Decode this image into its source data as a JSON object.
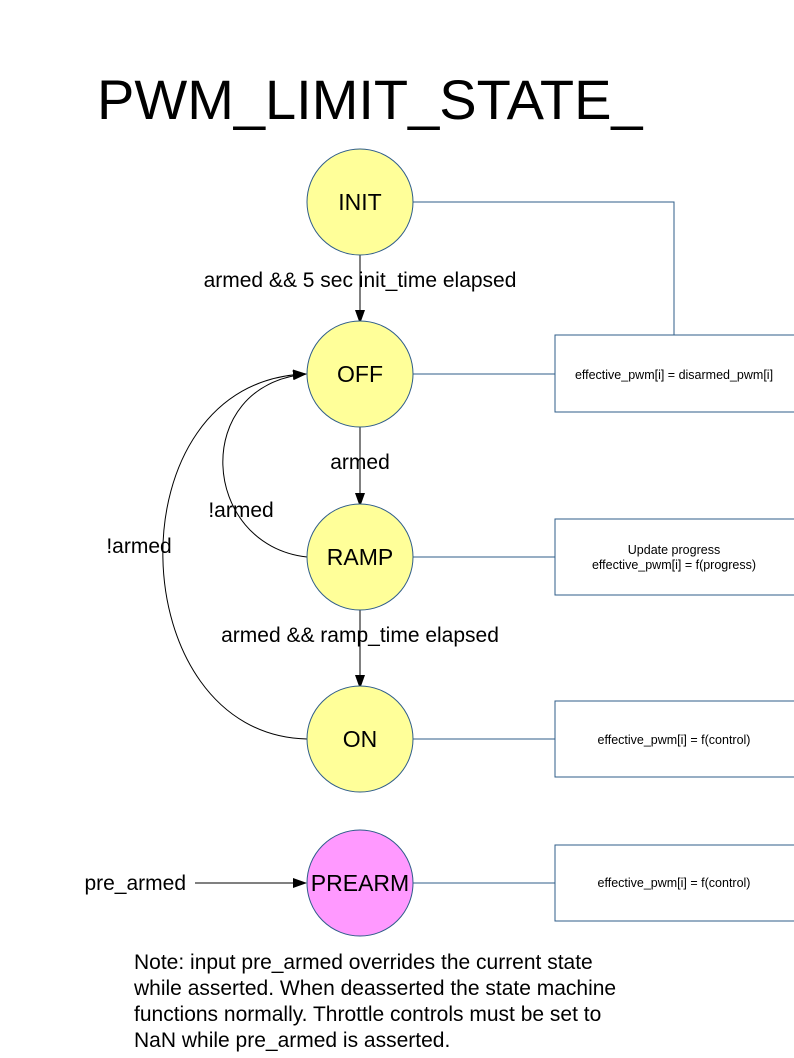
{
  "title": "PWM_LIMIT_STATE_",
  "states": {
    "init": "INIT",
    "off": "OFF",
    "ramp": "RAMP",
    "on": "ON",
    "prearm": "PREARM"
  },
  "transitions": {
    "init_to_off": "armed && 5 sec init_time elapsed",
    "off_to_ramp": "armed",
    "ramp_to_off": "!armed",
    "on_to_off": "!armed",
    "ramp_to_on": "armed && ramp_time elapsed",
    "input_to_prearm": "pre_armed"
  },
  "actions": {
    "off": [
      "effective_pwm[i] = disarmed_pwm[i]"
    ],
    "ramp": [
      "Update progress",
      "effective_pwm[i] = f(progress)"
    ],
    "on": [
      "effective_pwm[i] = f(control)"
    ],
    "prearm": [
      "effective_pwm[i] = f(control)"
    ]
  },
  "note": [
    "Note: input pre_armed overrides the current state",
    "while asserted. When deasserted the state machine",
    "functions normally. Throttle controls must be set to",
    "NaN while pre_armed is asserted."
  ],
  "colors": {
    "state_fill": "#ffff99",
    "prearm_fill": "#ff99ff",
    "connector": "#2f5d8a"
  }
}
